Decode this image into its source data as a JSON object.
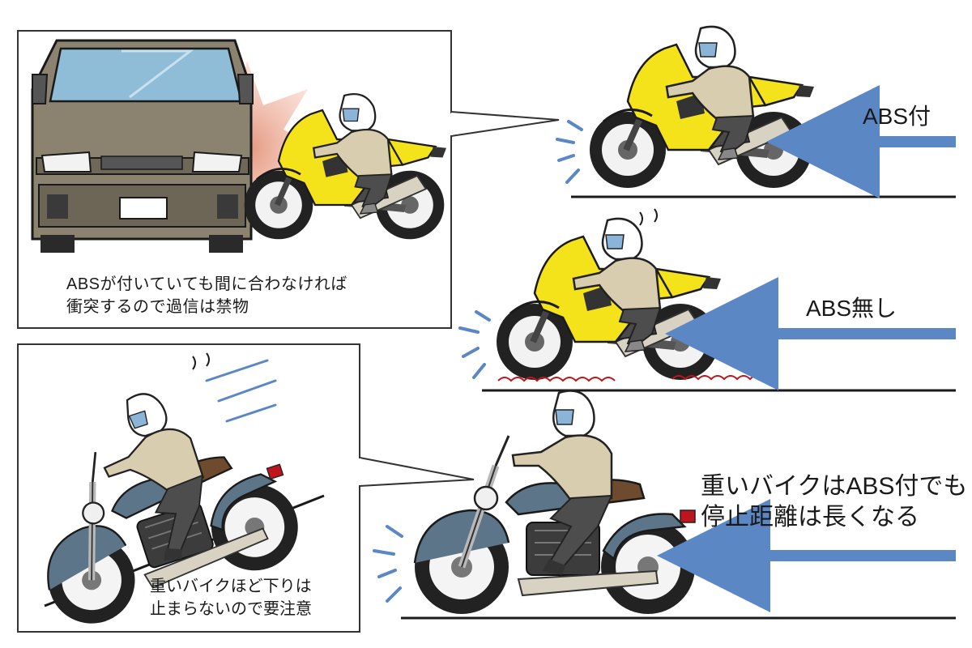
{
  "panels": {
    "collision": {
      "caption": [
        "ABSが付いていても間に合わなければ",
        "衝突するので過信は禁物"
      ]
    },
    "abs_with": {
      "label": "ABS付"
    },
    "abs_without": {
      "label": "ABS無し"
    },
    "heavy_bike": {
      "label": [
        "重いバイクはABS付でも",
        "停止距離は長くなる"
      ]
    },
    "downhill": {
      "caption": [
        "重いバイクほど下りは",
        "止まらないので要注意"
      ]
    }
  },
  "colors": {
    "arrow": "#5b87c5",
    "sport_bike": "#f4e21a",
    "cruiser_tank": "#5d7589",
    "seat": "#6e4a2f",
    "rider_jacket": "#d9cdb0",
    "car_body": "#8b826f",
    "skid_marks": "#c0141c",
    "impact_glow": "#e4937a"
  },
  "icons": [
    "sport-motorcycle-icon",
    "cruiser-motorcycle-icon",
    "van-icon",
    "arrow-left-icon",
    "rider-icon"
  ]
}
